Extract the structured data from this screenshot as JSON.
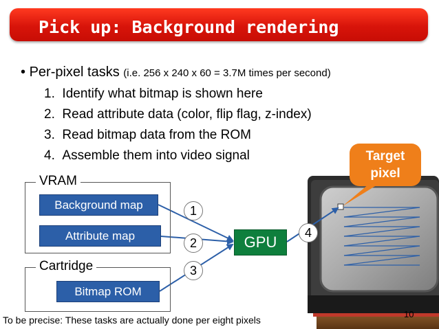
{
  "title": "Pick up: Background rendering",
  "bullet": {
    "marker": "•",
    "text": "Per-pixel tasks",
    "detail": "(i.e. 256 x 240 x 60 = 3.7M times per second)"
  },
  "steps": [
    "Identify what bitmap is shown here",
    "Read attribute data (color, flip flag, z-index)",
    "Read bitmap data from the ROM",
    "Assemble them into video signal"
  ],
  "step_numbers": [
    "1.",
    "2.",
    "3.",
    "4."
  ],
  "diagram": {
    "vram_label": "VRAM",
    "background_map": "Background map",
    "attribute_map": "Attribute map",
    "cartridge_label": "Cartridge",
    "bitmap_rom": "Bitmap ROM",
    "gpu": "GPU",
    "numbers": [
      "1",
      "2",
      "3",
      "4"
    ]
  },
  "callout": {
    "line1": "Target",
    "line2": "pixel"
  },
  "note": "To be precise: These tasks are actually done per eight pixels",
  "page_number": "10",
  "colors": {
    "title": "#d8140a",
    "box": "#2c5fa8",
    "gpu": "#0e7f3d",
    "callout": "#ef7f1a"
  }
}
